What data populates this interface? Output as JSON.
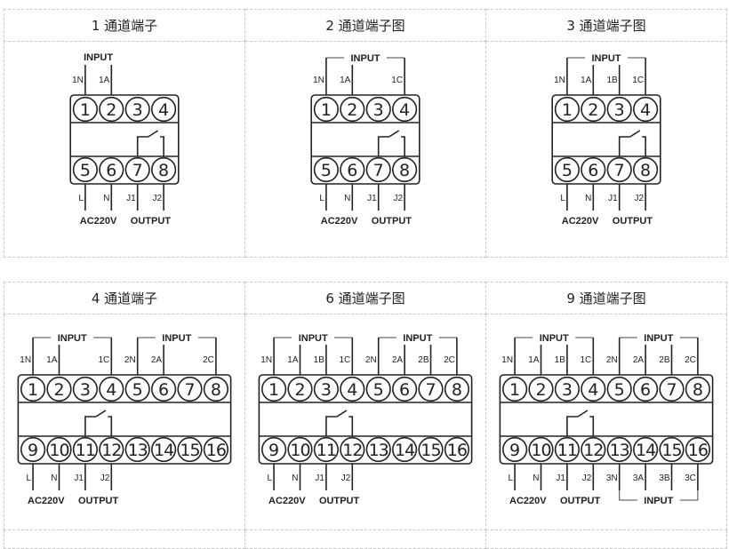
{
  "tables": [
    {
      "panels": [
        {
          "title": "1 通道端子",
          "pins": 4,
          "top_labels": [
            "1N",
            "1A",
            "",
            ""
          ],
          "top_groups": [
            {
              "label": "INPUT",
              "from": 1,
              "to": 2,
              "bracket": false
            }
          ],
          "bottom_labels": [
            "L",
            "N",
            "J1",
            "J2"
          ],
          "bottom_captions": [
            {
              "label": "AC220V",
              "from": 1,
              "to": 2
            },
            {
              "label": "OUTPUT",
              "from": 3,
              "to": 4
            }
          ],
          "bottom_groups": [],
          "numbers_top": [
            "1",
            "2",
            "3",
            "4"
          ],
          "numbers_bottom": [
            "5",
            "6",
            "7",
            "8"
          ]
        },
        {
          "title": "2 通道端子图",
          "pins": 4,
          "top_labels": [
            "1N",
            "1A",
            "",
            "1C"
          ],
          "top_groups": [
            {
              "label": "INPUT",
              "from": 1,
              "to": 4,
              "bracket": true
            }
          ],
          "bottom_labels": [
            "L",
            "N",
            "J1",
            "J2"
          ],
          "bottom_captions": [
            {
              "label": "AC220V",
              "from": 1,
              "to": 2
            },
            {
              "label": "OUTPUT",
              "from": 3,
              "to": 4
            }
          ],
          "bottom_groups": [],
          "numbers_top": [
            "1",
            "2",
            "3",
            "4"
          ],
          "numbers_bottom": [
            "5",
            "6",
            "7",
            "8"
          ]
        },
        {
          "title": "3 通道端子图",
          "pins": 4,
          "top_labels": [
            "1N",
            "1A",
            "1B",
            "1C"
          ],
          "top_groups": [
            {
              "label": "INPUT",
              "from": 1,
              "to": 4,
              "bracket": true
            }
          ],
          "bottom_labels": [
            "L",
            "N",
            "J1",
            "J2"
          ],
          "bottom_captions": [
            {
              "label": "AC220V",
              "from": 1,
              "to": 2
            },
            {
              "label": "OUTPUT",
              "from": 3,
              "to": 4
            }
          ],
          "bottom_groups": [],
          "numbers_top": [
            "1",
            "2",
            "3",
            "4"
          ],
          "numbers_bottom": [
            "5",
            "6",
            "7",
            "8"
          ]
        }
      ]
    },
    {
      "panels": [
        {
          "title": "4 通道端子",
          "pins": 8,
          "top_labels": [
            "1N",
            "1A",
            "",
            "1C",
            "2N",
            "2A",
            "",
            "2C"
          ],
          "top_groups": [
            {
              "label": "INPUT",
              "from": 1,
              "to": 4,
              "bracket": true
            },
            {
              "label": "INPUT",
              "from": 5,
              "to": 8,
              "bracket": true
            }
          ],
          "bottom_labels": [
            "L",
            "N",
            "J1",
            "J2",
            "",
            "",
            "",
            ""
          ],
          "bottom_captions": [
            {
              "label": "AC220V",
              "from": 1,
              "to": 2
            },
            {
              "label": "OUTPUT",
              "from": 3,
              "to": 4
            }
          ],
          "bottom_groups": [],
          "numbers_top": [
            "1",
            "2",
            "3",
            "4",
            "5",
            "6",
            "7",
            "8"
          ],
          "numbers_bottom": [
            "9",
            "10",
            "11",
            "12",
            "13",
            "14",
            "15",
            "16"
          ]
        },
        {
          "title": "6 通道端子图",
          "pins": 8,
          "top_labels": [
            "1N",
            "1A",
            "1B",
            "1C",
            "2N",
            "2A",
            "2B",
            "2C"
          ],
          "top_groups": [
            {
              "label": "INPUT",
              "from": 1,
              "to": 4,
              "bracket": true
            },
            {
              "label": "INPUT",
              "from": 5,
              "to": 8,
              "bracket": true
            }
          ],
          "bottom_labels": [
            "L",
            "N",
            "J1",
            "J2",
            "",
            "",
            "",
            ""
          ],
          "bottom_captions": [
            {
              "label": "AC220V",
              "from": 1,
              "to": 2
            },
            {
              "label": "OUTPUT",
              "from": 3,
              "to": 4
            }
          ],
          "bottom_groups": [],
          "numbers_top": [
            "1",
            "2",
            "3",
            "4",
            "5",
            "6",
            "7",
            "8"
          ],
          "numbers_bottom": [
            "9",
            "10",
            "11",
            "12",
            "13",
            "14",
            "15",
            "16"
          ]
        },
        {
          "title": "9 通道端子图",
          "pins": 8,
          "top_labels": [
            "1N",
            "1A",
            "1B",
            "1C",
            "2N",
            "2A",
            "2B",
            "2C"
          ],
          "top_groups": [
            {
              "label": "INPUT",
              "from": 1,
              "to": 4,
              "bracket": true
            },
            {
              "label": "INPUT",
              "from": 5,
              "to": 8,
              "bracket": true
            }
          ],
          "bottom_labels": [
            "L",
            "N",
            "J1",
            "J2",
            "3N",
            "3A",
            "3B",
            "3C"
          ],
          "bottom_captions": [
            {
              "label": "AC220V",
              "from": 1,
              "to": 2
            },
            {
              "label": "OUTPUT",
              "from": 3,
              "to": 4
            }
          ],
          "bottom_groups": [
            {
              "label": "INPUT",
              "from": 5,
              "to": 8
            }
          ],
          "numbers_top": [
            "1",
            "2",
            "3",
            "4",
            "5",
            "6",
            "7",
            "8"
          ],
          "numbers_bottom": [
            "9",
            "10",
            "11",
            "12",
            "13",
            "14",
            "15",
            "16"
          ]
        }
      ]
    }
  ]
}
